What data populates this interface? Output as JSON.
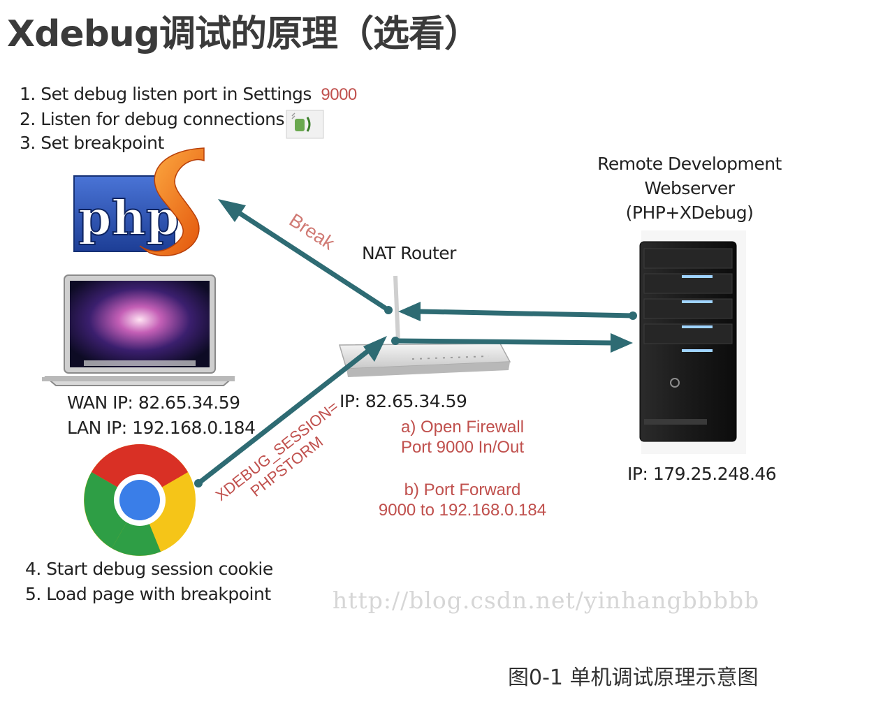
{
  "title": "Xdebug调试的原理（选看）",
  "ide_steps": [
    "1. Set debug listen port in Settings",
    "2. Listen for debug connections",
    "3. Set breakpoint"
  ],
  "listen_port": "9000",
  "server": {
    "title_lines": [
      "Remote Development",
      "Webserver",
      "(PHP+XDebug)"
    ],
    "ip": "IP: 179.25.248.46"
  },
  "router": {
    "label": "NAT Router",
    "ip": "IP: 82.65.34.59"
  },
  "laptop": {
    "wan_ip": "WAN IP:  82.65.34.59",
    "lan_ip": "LAN IP:  192.168.0.184"
  },
  "arrow_labels": {
    "break": "Break",
    "session_line1": "XDEBUG_SESSION=",
    "session_line2": "PHPSTORM"
  },
  "router_notes": {
    "a1": "a) Open Firewall",
    "a2": "Port 9000 In/Out",
    "b1": "b) Port Forward",
    "b2": "9000 to 192.168.0.184"
  },
  "browser_steps": [
    "4. Start debug session cookie",
    "5. Load page with breakpoint"
  ],
  "logo_text": "php",
  "watermark": "http://blog.csdn.net/yinhangbbbbb",
  "caption": "图0-1 单机调试原理示意图",
  "colors": {
    "arrow": "#2e6b73",
    "note_red": "#c0504d",
    "php_blue": "#2a4fa8",
    "phpstorm_orange": "#f07a1a"
  }
}
